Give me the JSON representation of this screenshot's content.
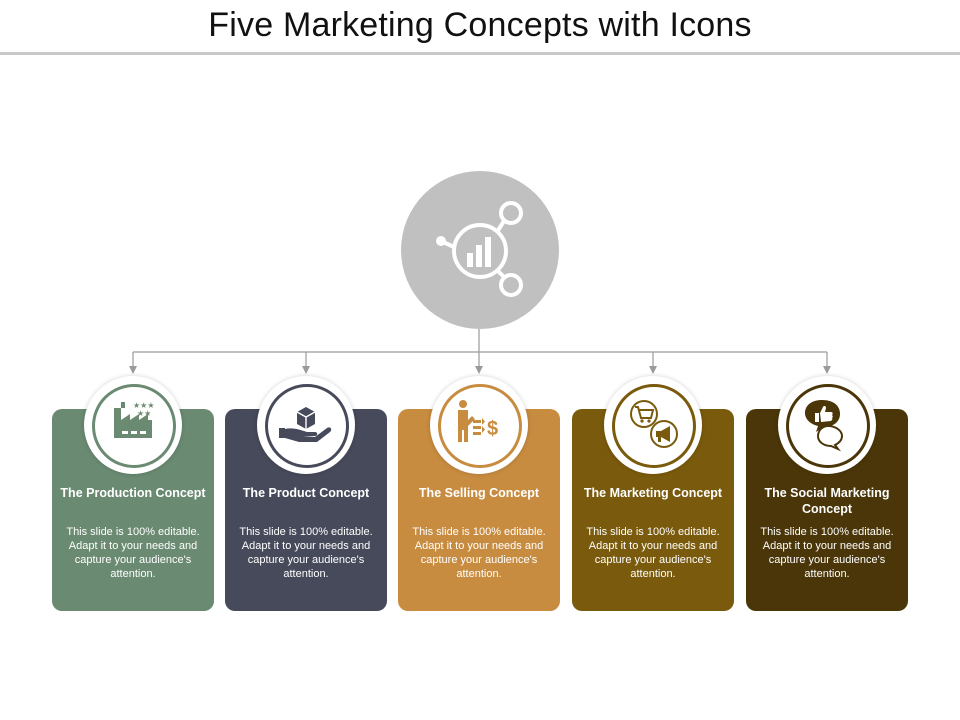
{
  "slide": {
    "title": "Five Marketing Concepts with Icons"
  },
  "hub": {
    "icon": "network-chart-icon",
    "color": "#c0c0c0"
  },
  "concepts": [
    {
      "title": "The Production Concept",
      "description": "This slide is 100% editable. Adapt it to your needs and capture your audience's attention.",
      "color": "#6a8a72",
      "icon": "factory-icon"
    },
    {
      "title": "The Product Concept",
      "description": "This slide is 100% editable. Adapt it to your needs and capture your audience's attention.",
      "color": "#474a5a",
      "icon": "box-in-hand-icon"
    },
    {
      "title": "The Selling Concept",
      "description": "This slide is 100% editable. Adapt it to your needs and capture your audience's attention.",
      "color": "#c88c40",
      "icon": "seller-dollar-icon"
    },
    {
      "title": "The Marketing Concept",
      "description": "This slide is 100% editable. Adapt it to your needs and capture your audience's attention.",
      "color": "#7a5a0c",
      "icon": "cart-megaphone-icon"
    },
    {
      "title": "The Social Marketing Concept",
      "description": "This slide is 100% editable. Adapt it to your needs and capture your audience's attention.",
      "color": "#4a3608",
      "icon": "thumbs-up-chat-icon"
    }
  ]
}
